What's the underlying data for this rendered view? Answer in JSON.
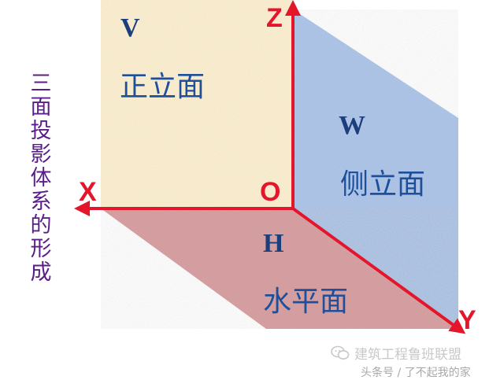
{
  "diagram": {
    "vertical_title_chars": [
      "三",
      "面",
      "投",
      "影",
      "体",
      "系",
      "的",
      "形",
      "成"
    ],
    "planes": {
      "v": {
        "letter": "V",
        "name": "正立面",
        "color": "#fdf0d2"
      },
      "w": {
        "letter": "W",
        "name": "侧立面",
        "color": "#b0c7ea"
      },
      "h": {
        "letter": "H",
        "name": "水平面",
        "color": "#d9a2a4"
      }
    },
    "axes": {
      "x": "X",
      "y": "Y",
      "z": "Z",
      "origin": "O",
      "color": "#e3162b"
    },
    "letter_color": "#1b3f7a",
    "name_color": "#1d4f9a"
  },
  "watermark": {
    "line1": "建筑工程鲁班联盟",
    "line2": "头条号 / 了不起我的家"
  }
}
